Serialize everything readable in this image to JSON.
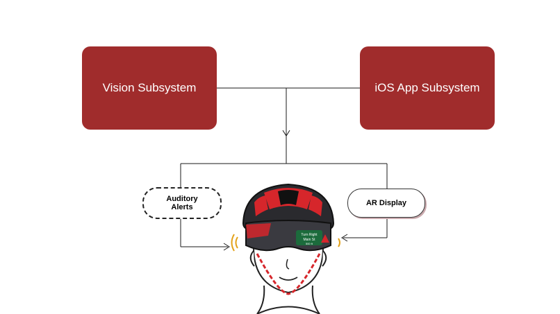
{
  "colors": {
    "box_fill": "#a02c2c",
    "line": "#1a1a1a",
    "helmet_red": "#d6262b",
    "helmet_dark": "#2a2a2e"
  },
  "boxes": {
    "vision": "Vision Subsystem",
    "ios": "iOS App Subsystem"
  },
  "outputs": {
    "auditory": "Auditory\nAlerts",
    "ar": "AR Display"
  },
  "hud": {
    "line1": "Turn Right",
    "line2": "Main St",
    "line3": "500 ft"
  },
  "icons": {
    "helmet": "bike-helmet-rider-illustration",
    "sound": "sound-wave-icon",
    "arrow": "arrow-down-icon"
  }
}
